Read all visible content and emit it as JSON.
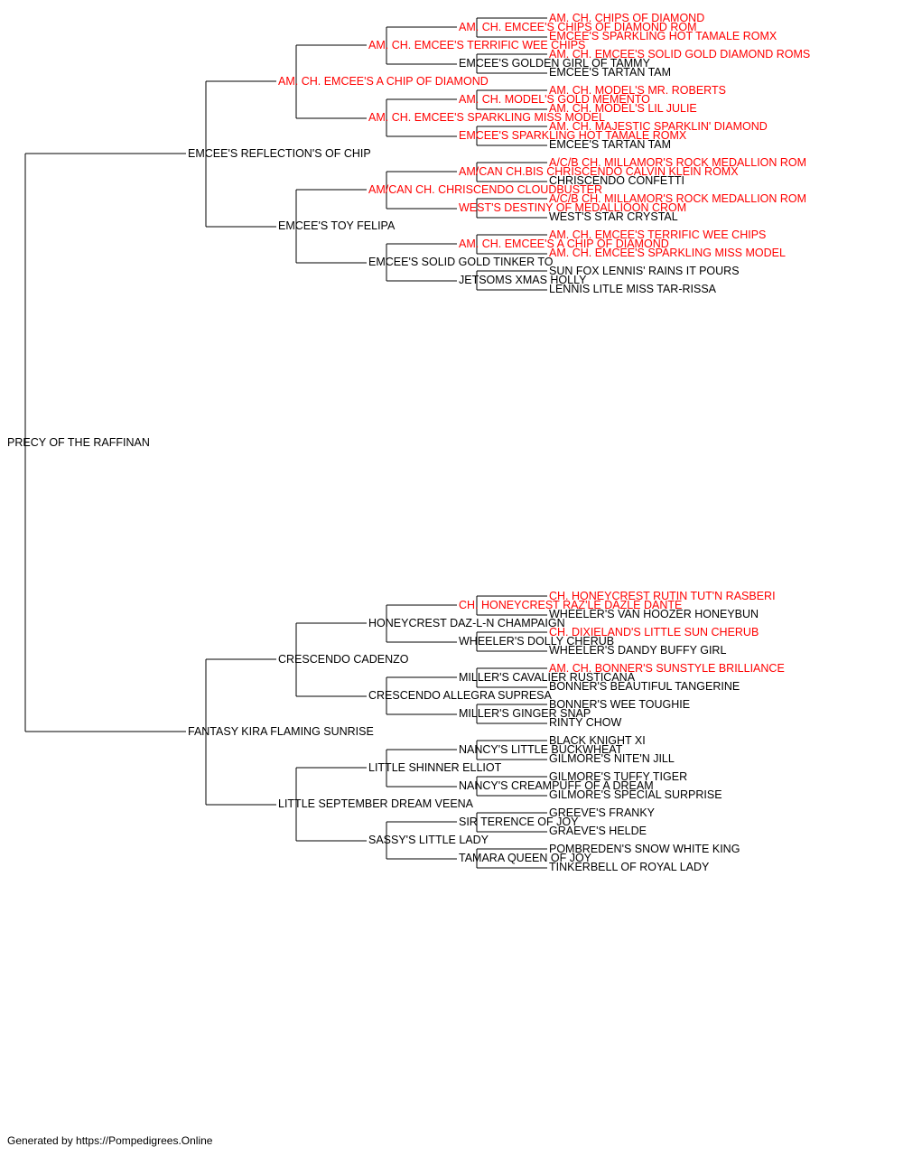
{
  "colors": {
    "champion": "#ff0000",
    "regular": "#000000",
    "line": "#000000"
  },
  "pedigree": {
    "subject": {
      "name": "PRECY OF THE RAFFINAN",
      "red": false
    },
    "sire": {
      "name": "EMCEE'S REFLECTION'S OF CHIP",
      "red": false,
      "sire": {
        "name": "AM. CH. EMCEE'S A CHIP OF DIAMOND",
        "red": true,
        "sire": {
          "name": "AM. CH. EMCEE'S TERRIFIC WEE CHIPS",
          "red": true,
          "sire": {
            "name": "AM. CH. EMCEE'S CHIPS OF DIAMOND ROM",
            "red": true,
            "sire": {
              "name": "AM. CH. CHIPS OF DIAMOND",
              "red": true
            },
            "dam": {
              "name": "EMCEE'S SPARKLING HOT TAMALE ROMX",
              "red": true
            }
          },
          "dam": {
            "name": "EMCEE'S GOLDEN GIRL OF TAMMY",
            "red": false,
            "sire": {
              "name": "AM. CH. EMCEE'S SOLID GOLD DIAMOND ROMS",
              "red": true
            },
            "dam": {
              "name": "EMCEE'S TARTAN TAM",
              "red": false
            }
          }
        },
        "dam": {
          "name": "AM. CH. EMCEE'S SPARKLING MISS MODEL",
          "red": true,
          "sire": {
            "name": "AM. CH. MODEL'S GOLD MEMENTO",
            "red": true,
            "sire": {
              "name": "AM. CH. MODEL'S MR. ROBERTS",
              "red": true
            },
            "dam": {
              "name": "AM. CH. MODEL'S LIL JULIE",
              "red": true
            }
          },
          "dam": {
            "name": "EMCEE'S SPARKLING HOT TAMALE ROMX",
            "red": true,
            "sire": {
              "name": "AM. CH. MAJESTIC SPARKLIN' DIAMOND",
              "red": true
            },
            "dam": {
              "name": "EMCEE'S TARTAN TAM",
              "red": false
            }
          }
        }
      },
      "dam": {
        "name": "EMCEE'S TOY FELIPA",
        "red": false,
        "sire": {
          "name": "AM/CAN CH. CHRISCENDO CLOUDBUSTER",
          "red": true,
          "sire": {
            "name": "AM/CAN CH.BIS CHRISCENDO CALVIN KLEIN ROMX",
            "red": true,
            "sire": {
              "name": "A/C/B CH. MILLAMOR'S ROCK MEDALLION ROM",
              "red": true
            },
            "dam": {
              "name": "CHRISCENDO CONFETTI",
              "red": false
            }
          },
          "dam": {
            "name": "WEST'S DESTINY OF MEDALLIOON CROM",
            "red": true,
            "sire": {
              "name": "A/C/B CH. MILLAMOR'S ROCK MEDALLION ROM",
              "red": true
            },
            "dam": {
              "name": "WEST'S STAR CRYSTAL",
              "red": false
            }
          }
        },
        "dam": {
          "name": "EMCEE'S SOLID GOLD TINKER TO",
          "red": false,
          "sire": {
            "name": "AM. CH. EMCEE'S A CHIP OF DIAMOND",
            "red": true,
            "sire": {
              "name": "AM. CH. EMCEE'S TERRIFIC WEE CHIPS",
              "red": true
            },
            "dam": {
              "name": "AM. CH. EMCEE'S SPARKLING MISS MODEL",
              "red": true
            }
          },
          "dam": {
            "name": "JETSOMS XMAS HOLLY",
            "red": false,
            "sire": {
              "name": "SUN FOX LENNIS' RAINS IT POURS",
              "red": false
            },
            "dam": {
              "name": "LENNIS LITLE MISS TAR-RISSA",
              "red": false
            }
          }
        }
      }
    },
    "dam": {
      "name": "FANTASY KIRA FLAMING SUNRISE",
      "red": false,
      "sire": {
        "name": "CRESCENDO CADENZO",
        "red": false,
        "sire": {
          "name": "HONEYCREST DAZ-L-N CHAMPAIGN",
          "red": false,
          "sire": {
            "name": "CH. HONEYCREST RAZ'LE DAZLE DANTE",
            "red": true,
            "sire": {
              "name": "CH. HONEYCREST RUTIN TUT'N RASBERI",
              "red": true
            },
            "dam": {
              "name": "WHEELER'S VAN HOOZER HONEYBUN",
              "red": false
            }
          },
          "dam": {
            "name": "WHEELER'S DOLLY CHERUB",
            "red": false,
            "sire": {
              "name": "CH. DIXIELAND'S LITTLE SUN CHERUB",
              "red": true
            },
            "dam": {
              "name": "WHEELER'S DANDY BUFFY GIRL",
              "red": false
            }
          }
        },
        "dam": {
          "name": "CRESCENDO ALLEGRA SUPRESA",
          "red": false,
          "sire": {
            "name": "MILLER'S CAVALIER RUSTICANA",
            "red": false,
            "sire": {
              "name": "AM. CH. BONNER'S SUNSTYLE BRILLIANCE",
              "red": true
            },
            "dam": {
              "name": "BONNER'S BEAUTIFUL TANGERINE",
              "red": false
            }
          },
          "dam": {
            "name": "MILLER'S GINGER SNAP",
            "red": false,
            "sire": {
              "name": "BONNER'S WEE TOUGHIE",
              "red": false
            },
            "dam": {
              "name": "RINTY CHOW",
              "red": false
            }
          }
        }
      },
      "dam": {
        "name": "LITTLE SEPTEMBER DREAM VEENA",
        "red": false,
        "sire": {
          "name": "LITTLE SHINNER ELLIOT",
          "red": false,
          "sire": {
            "name": "NANCY'S LITTLE BUCKWHEAT",
            "red": false,
            "sire": {
              "name": "BLACK KNIGHT XI",
              "red": false
            },
            "dam": {
              "name": "GILMORE'S NITE'N JILL",
              "red": false
            }
          },
          "dam": {
            "name": "NANCY'S CREAMPUFF OF A DREAM",
            "red": false,
            "sire": {
              "name": "GILMORE'S TUFFY TIGER",
              "red": false
            },
            "dam": {
              "name": "GILMORE'S SPECIAL SURPRISE",
              "red": false
            }
          }
        },
        "dam": {
          "name": "SASSY'S LITTLE LADY",
          "red": false,
          "sire": {
            "name": "SIR TERENCE OF JOY",
            "red": false,
            "sire": {
              "name": "GREEVE'S FRANKY",
              "red": false
            },
            "dam": {
              "name": "GRAEVE'S HELDE",
              "red": false
            }
          },
          "dam": {
            "name": "TAMARA QUEEN OF JOY",
            "red": false,
            "sire": {
              "name": "POMBREDEN'S SNOW WHITE KING",
              "red": false
            },
            "dam": {
              "name": "TINKERBELL OF ROYAL LADY",
              "red": false
            }
          }
        }
      }
    }
  },
  "footer": {
    "text": "Generated by https://Pompedigrees.Online"
  }
}
